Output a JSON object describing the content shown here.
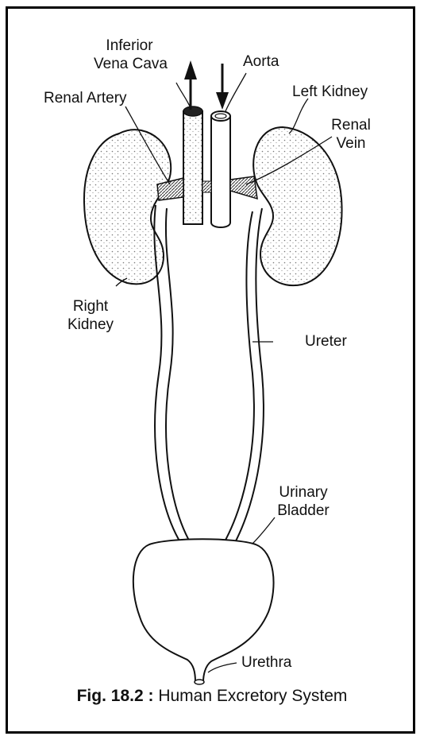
{
  "labels": {
    "inferior_vena_cava_1": "Inferior",
    "inferior_vena_cava_2": "Vena Cava",
    "aorta": "Aorta",
    "renal_artery": "Renal Artery",
    "left_kidney": "Left Kidney",
    "renal_vein_1": "Renal",
    "renal_vein_2": "Vein",
    "right_kidney_1": "Right",
    "right_kidney_2": "Kidney",
    "ureter": "Ureter",
    "urinary_bladder_1": "Urinary",
    "urinary_bladder_2": "Bladder",
    "urethra": "Urethra"
  },
  "caption": {
    "fig_number": "Fig. 18.2 :",
    "title": "Human Excretory System"
  }
}
